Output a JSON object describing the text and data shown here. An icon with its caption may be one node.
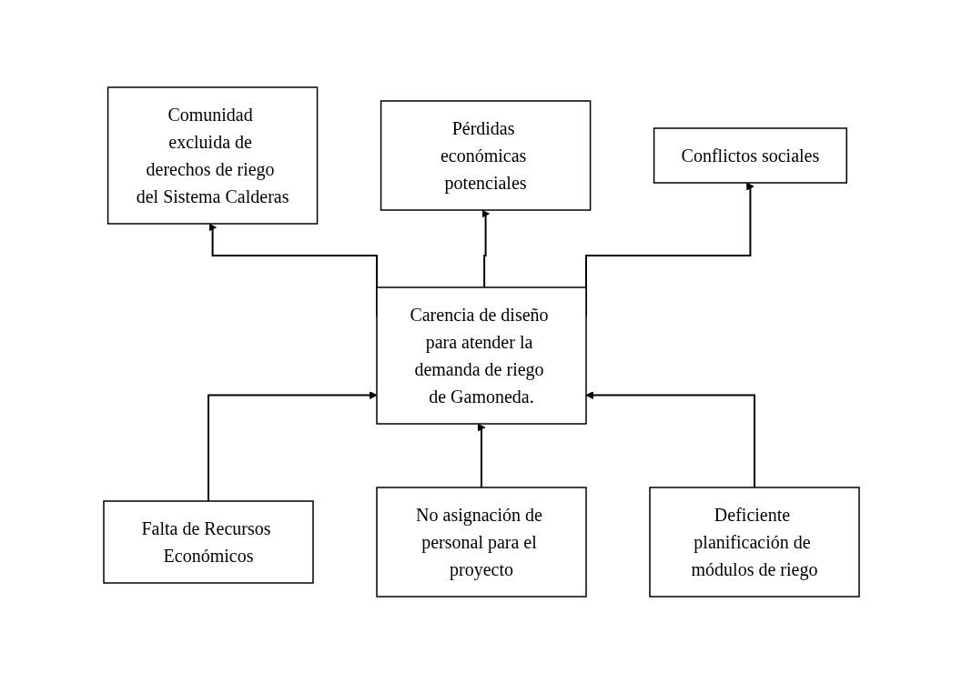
{
  "diagram": {
    "nodes": [
      {
        "text": [
          "Comunidad excluida de derechos de riego del Sistema Calderas"
        ]
      },
      {
        "text": [
          "Pérdidas económicas potenciales"
        ]
      },
      {
        "text": [
          "Conflictos sociales"
        ]
      },
      {
        "text": [
          "Carencia de diseño para atender la demanda de riego de Gamoneda."
        ]
      },
      {
        "text": [
          "Falta de Recursos Económicos"
        ]
      },
      {
        "text": [
          "No asignación de personal para el proyecto"
        ]
      },
      {
        "text": [
          "Deficiente planificación de módulos de riego"
        ]
      }
    ],
    "edges": [
      {
        "from": 3,
        "to": 0,
        "arrow": "to"
      },
      {
        "from": 3,
        "to": 1,
        "arrow": "to"
      },
      {
        "from": 3,
        "to": 2,
        "arrow": "to"
      },
      {
        "from": 4,
        "to": 3,
        "arrow": "to"
      },
      {
        "from": 5,
        "to": 3,
        "arrow": "to"
      },
      {
        "from": 6,
        "to": 3,
        "arrow": "to"
      }
    ]
  }
}
